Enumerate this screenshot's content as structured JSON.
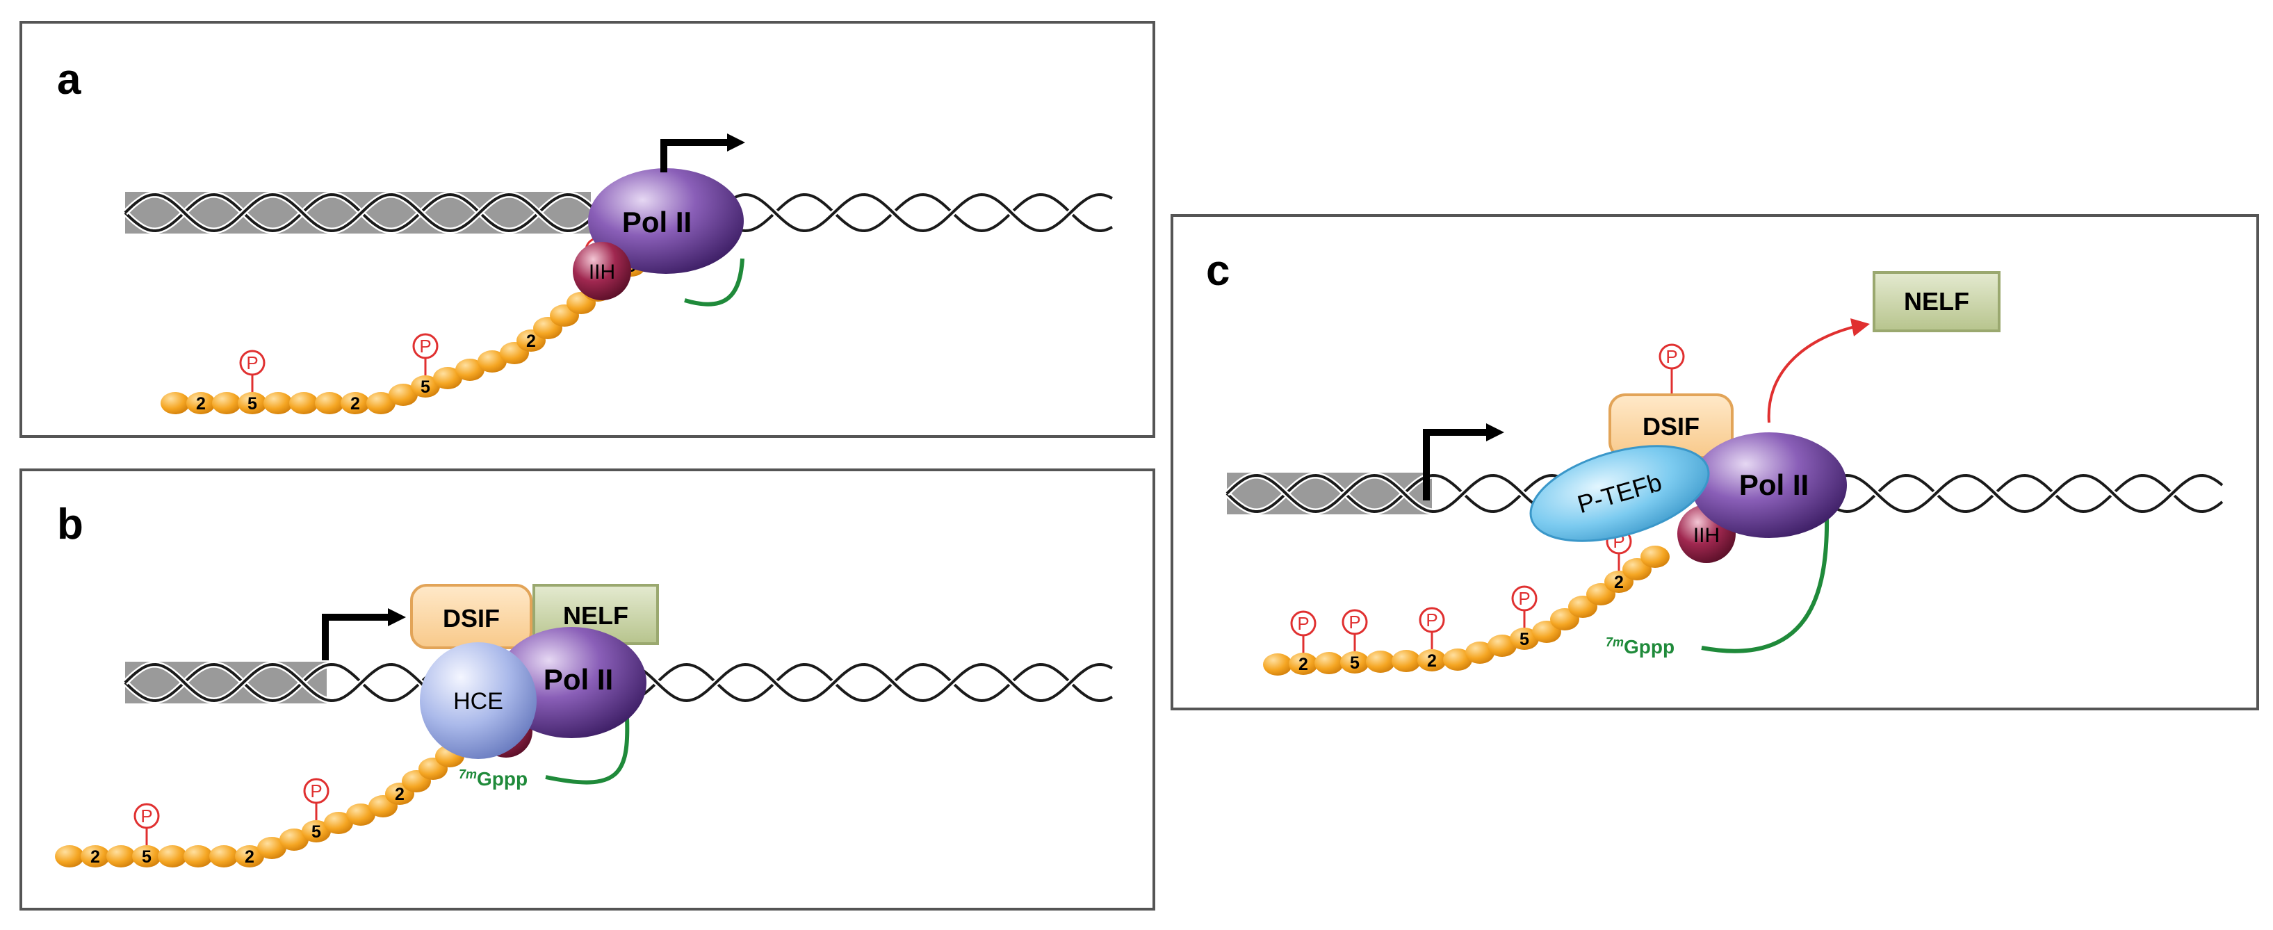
{
  "panels": {
    "a": {
      "label": "a",
      "pol": "Pol II",
      "tfiih": "IIH",
      "ctd_residues": [
        "2",
        "5",
        "2",
        "5",
        "2",
        "5"
      ],
      "phospho": "P"
    },
    "b": {
      "label": "b",
      "pol": "Pol II",
      "hce": "HCE",
      "dsif": "DSIF",
      "nelf": "NELF",
      "cap": "7mGppp",
      "ctd_residues": [
        "2",
        "5",
        "2",
        "5",
        "2"
      ],
      "phospho": "P"
    },
    "c": {
      "label": "c",
      "pol": "Pol II",
      "tfiih": "IIH",
      "ptefb": "P-TEFb",
      "dsif": "DSIF",
      "nelf": "NELF",
      "cap": "7mGppp",
      "ctd_residues": [
        "2",
        "5",
        "2",
        "5",
        "2"
      ],
      "phospho": "P"
    }
  },
  "colors": {
    "frame": "#555555",
    "helix": "#1a1a1a",
    "promoter_shade": "#9a9a9a",
    "ctd_bead": "#f5a623",
    "phospho": "#e03030",
    "rna": "#1f8a3a",
    "pol_purple": "#6a3f98",
    "tfiih_maroon": "#8b2040",
    "dsif_fill": "#fcd9a8",
    "nelf_fill": "#c9d3a6",
    "ptefb_fill": "#7ccbf0",
    "hce_fill": "#9aaee0"
  },
  "icons": [
    "arrow-right-icon"
  ]
}
